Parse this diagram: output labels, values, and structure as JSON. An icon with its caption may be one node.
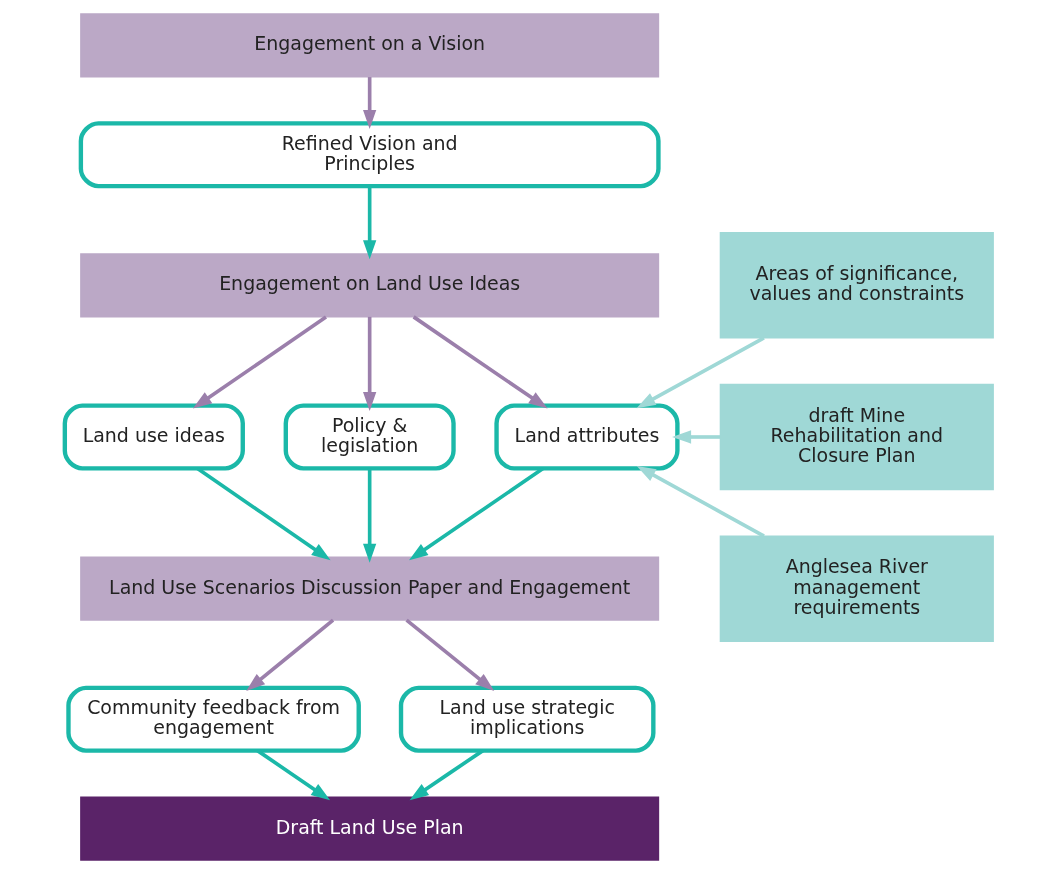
{
  "diagram": {
    "nodes": [
      {
        "text": [
          "Engagement on a Vision"
        ]
      },
      {
        "text": [
          "Refined Vision and Principles"
        ]
      },
      {
        "text": [
          "Engagement on Land Use Ideas"
        ]
      },
      {
        "text": [
          "Land use ideas"
        ]
      },
      {
        "text": [
          "Policy & legislation"
        ]
      },
      {
        "text": [
          "Land attributes"
        ]
      },
      {
        "text": [
          "Land Use Scenarios Discussion Paper and Engagement"
        ]
      },
      {
        "text": [
          "Community feedback from engagement"
        ]
      },
      {
        "text": [
          "Land use strategic implications"
        ]
      },
      {
        "text": [
          "Draft Land Use Plan"
        ]
      },
      {
        "text": [
          "Areas of significance, values and constraints"
        ]
      },
      {
        "text": [
          "draft Mine Rehabilitation and Closure Plan"
        ]
      },
      {
        "text": [
          "Anglesea River management requirements"
        ]
      }
    ],
    "edges": [
      {
        "from": 0,
        "to": 1,
        "arrow": "to",
        "color": "#9b7fab"
      },
      {
        "from": 1,
        "to": 2,
        "arrow": "to",
        "color": "#1bb8a8"
      },
      {
        "from": 2,
        "to": 3,
        "arrow": "to",
        "color": "#9b7fab"
      },
      {
        "from": 2,
        "to": 4,
        "arrow": "to",
        "color": "#9b7fab"
      },
      {
        "from": 2,
        "to": 5,
        "arrow": "to",
        "color": "#9b7fab"
      },
      {
        "from": 3,
        "to": 6,
        "arrow": "to",
        "color": "#1bb8a8"
      },
      {
        "from": 4,
        "to": 6,
        "arrow": "to",
        "color": "#1bb8a8"
      },
      {
        "from": 5,
        "to": 6,
        "arrow": "to",
        "color": "#1bb8a8"
      },
      {
        "from": 6,
        "to": 7,
        "arrow": "to",
        "color": "#9b7fab"
      },
      {
        "from": 6,
        "to": 8,
        "arrow": "to",
        "color": "#9b7fab"
      },
      {
        "from": 7,
        "to": 9,
        "arrow": "to",
        "color": "#1bb8a8"
      },
      {
        "from": 8,
        "to": 9,
        "arrow": "to",
        "color": "#1bb8a8"
      },
      {
        "from": 10,
        "to": 5,
        "arrow": "to",
        "color": "#9fd8d6"
      },
      {
        "from": 11,
        "to": 5,
        "arrow": "to",
        "color": "#9fd8d6"
      },
      {
        "from": 12,
        "to": 5,
        "arrow": "to",
        "color": "#9fd8d6"
      }
    ]
  }
}
